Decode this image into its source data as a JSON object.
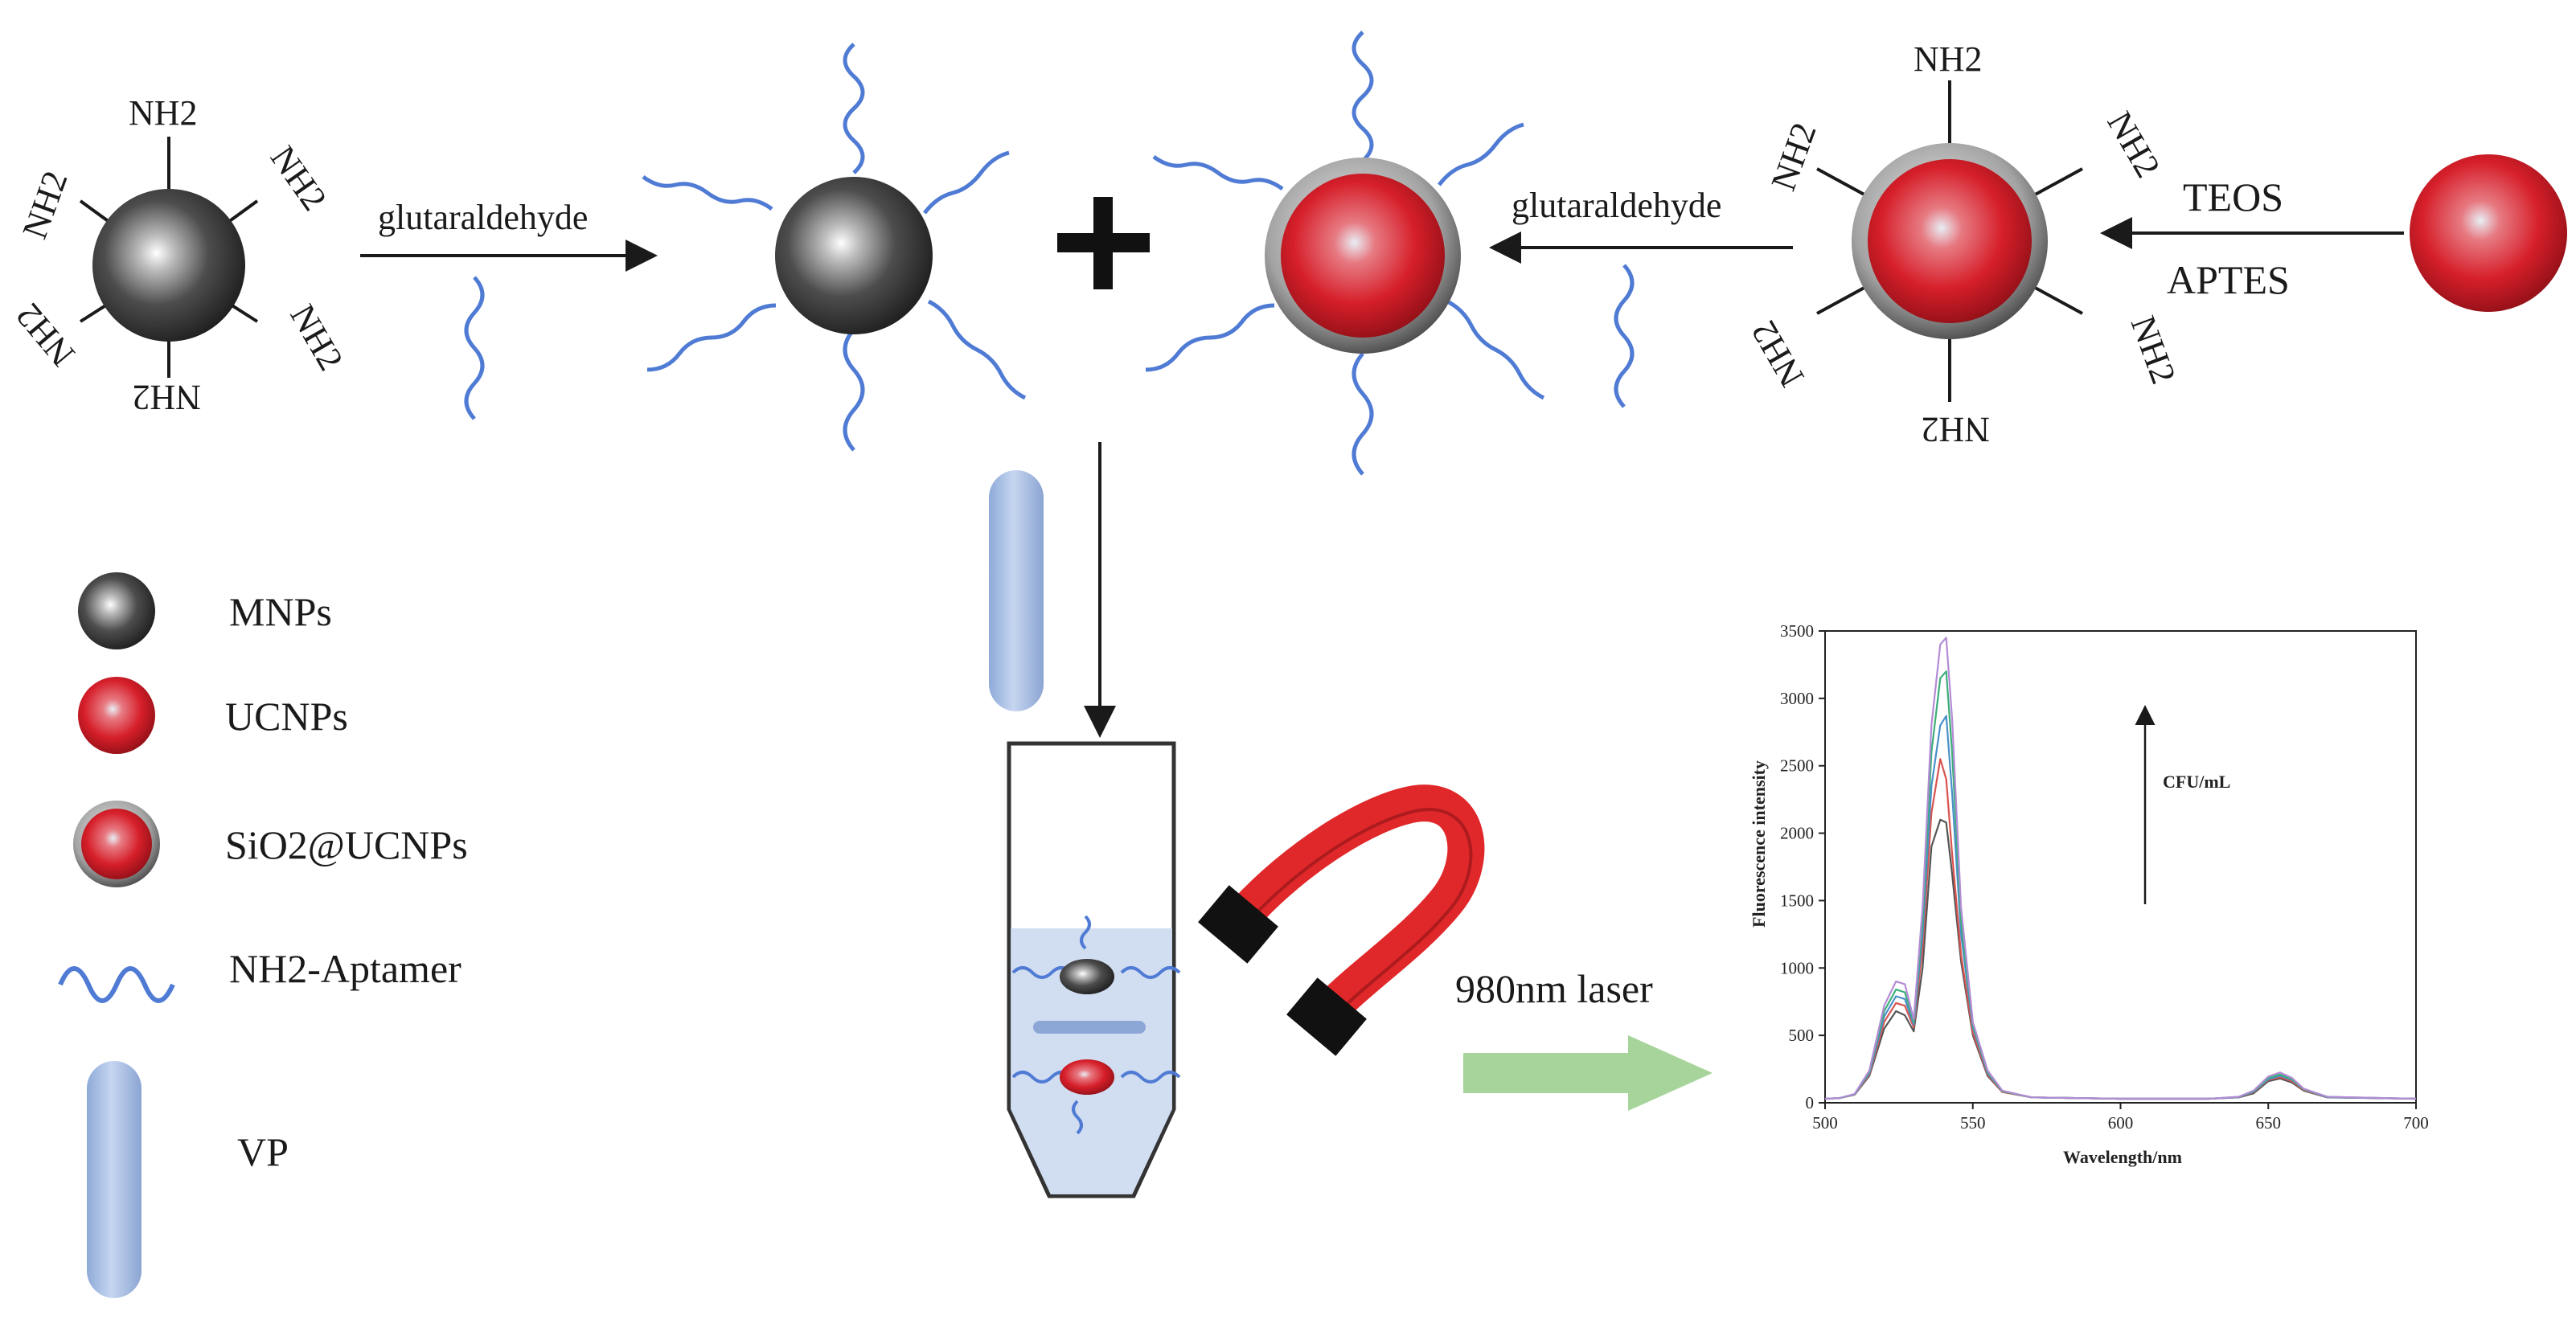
{
  "reagents": {
    "glutaraldehyde_left": "glutaraldehyde",
    "glutaraldehyde_right": "glutaraldehyde",
    "teos": "TEOS",
    "aptes": "APTES",
    "nh2": "NH2",
    "plus": "+"
  },
  "legend": {
    "items": [
      {
        "key": "mnps",
        "label": "MNPs"
      },
      {
        "key": "ucnps",
        "label": "UCNPs"
      },
      {
        "key": "sio2",
        "label": "SiO2@UCNPs"
      },
      {
        "key": "aptamer",
        "label": "NH2-Aptamer"
      },
      {
        "key": "vp",
        "label": "VP"
      }
    ]
  },
  "laser_label": "980nm laser",
  "colors": {
    "aptamer": "#4f7bd4",
    "mnp": "#3a3a3a",
    "ucnp": "#d81e26",
    "shell": "#9a9a9a",
    "vp": "#a9c0e6",
    "magnet": "#e0282a",
    "laser_arrow": "#a6d49a"
  },
  "chart_data": {
    "type": "line",
    "title": "",
    "xlabel": "Wavelength/nm",
    "ylabel": "Fluorescence intensity",
    "annotation": "CFU/mL",
    "xlim": [
      500,
      700
    ],
    "ylim": [
      0,
      3500
    ],
    "xticks": [
      500,
      550,
      600,
      650,
      700
    ],
    "yticks": [
      0,
      500,
      1000,
      1500,
      2000,
      2500,
      3000,
      3500
    ],
    "x": [
      500,
      505,
      510,
      515,
      520,
      524,
      527,
      530,
      533,
      536,
      539,
      541,
      543,
      546,
      550,
      555,
      560,
      570,
      600,
      630,
      640,
      645,
      650,
      654,
      658,
      662,
      670,
      700
    ],
    "series": [
      {
        "color": "#555555",
        "values": [
          30,
          35,
          60,
          200,
          550,
          680,
          650,
          530,
          1000,
          1900,
          2100,
          2080,
          1700,
          1050,
          500,
          200,
          80,
          40,
          30,
          30,
          40,
          70,
          160,
          180,
          150,
          90,
          40,
          30
        ]
      },
      {
        "color": "#d9534f",
        "values": [
          30,
          35,
          60,
          210,
          600,
          740,
          720,
          560,
          1150,
          2150,
          2550,
          2400,
          1850,
          1100,
          520,
          210,
          80,
          40,
          30,
          30,
          42,
          80,
          170,
          190,
          160,
          95,
          42,
          30
        ]
      },
      {
        "color": "#4a90c8",
        "values": [
          30,
          35,
          62,
          220,
          640,
          790,
          770,
          580,
          1250,
          2350,
          2800,
          2870,
          2300,
          1250,
          560,
          220,
          85,
          40,
          30,
          30,
          42,
          82,
          175,
          200,
          170,
          100,
          42,
          30
        ]
      },
      {
        "color": "#3cae7a",
        "values": [
          30,
          36,
          64,
          230,
          680,
          840,
          820,
          600,
          1350,
          2600,
          3150,
          3200,
          2600,
          1350,
          580,
          230,
          85,
          40,
          30,
          30,
          44,
          85,
          185,
          210,
          175,
          100,
          44,
          30
        ]
      },
      {
        "color": "#b38bd6",
        "values": [
          30,
          36,
          66,
          240,
          720,
          900,
          880,
          620,
          1450,
          2800,
          3400,
          3450,
          2850,
          1450,
          600,
          240,
          90,
          40,
          30,
          30,
          45,
          90,
          195,
          225,
          185,
          105,
          45,
          30
        ]
      }
    ]
  }
}
